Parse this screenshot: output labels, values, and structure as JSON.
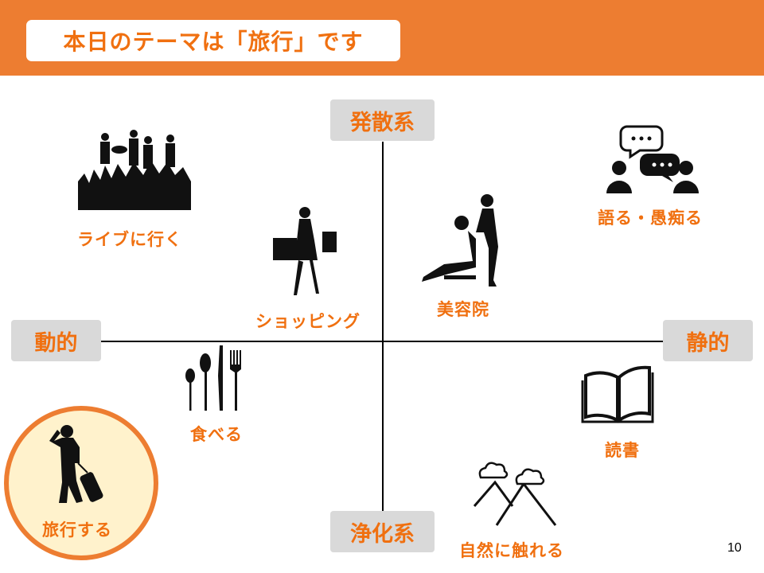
{
  "title": "本日のテーマは「旅行」です",
  "axes": {
    "top": "発散系",
    "bottom": "浄化系",
    "left": "動的",
    "right": "静的"
  },
  "items": {
    "live": "ライブに行く",
    "shopping": "ショッピング",
    "salon": "美容院",
    "talk": "語る・愚痴る",
    "eat": "食べる",
    "read": "読書",
    "nature": "自然に触れる",
    "travel": "旅行する"
  },
  "page_number": "10",
  "colors": {
    "accent": "#ED7D31",
    "text_accent": "#F07010",
    "label_bg": "#D9D9D9",
    "highlight_fill": "#FFF2CC"
  }
}
